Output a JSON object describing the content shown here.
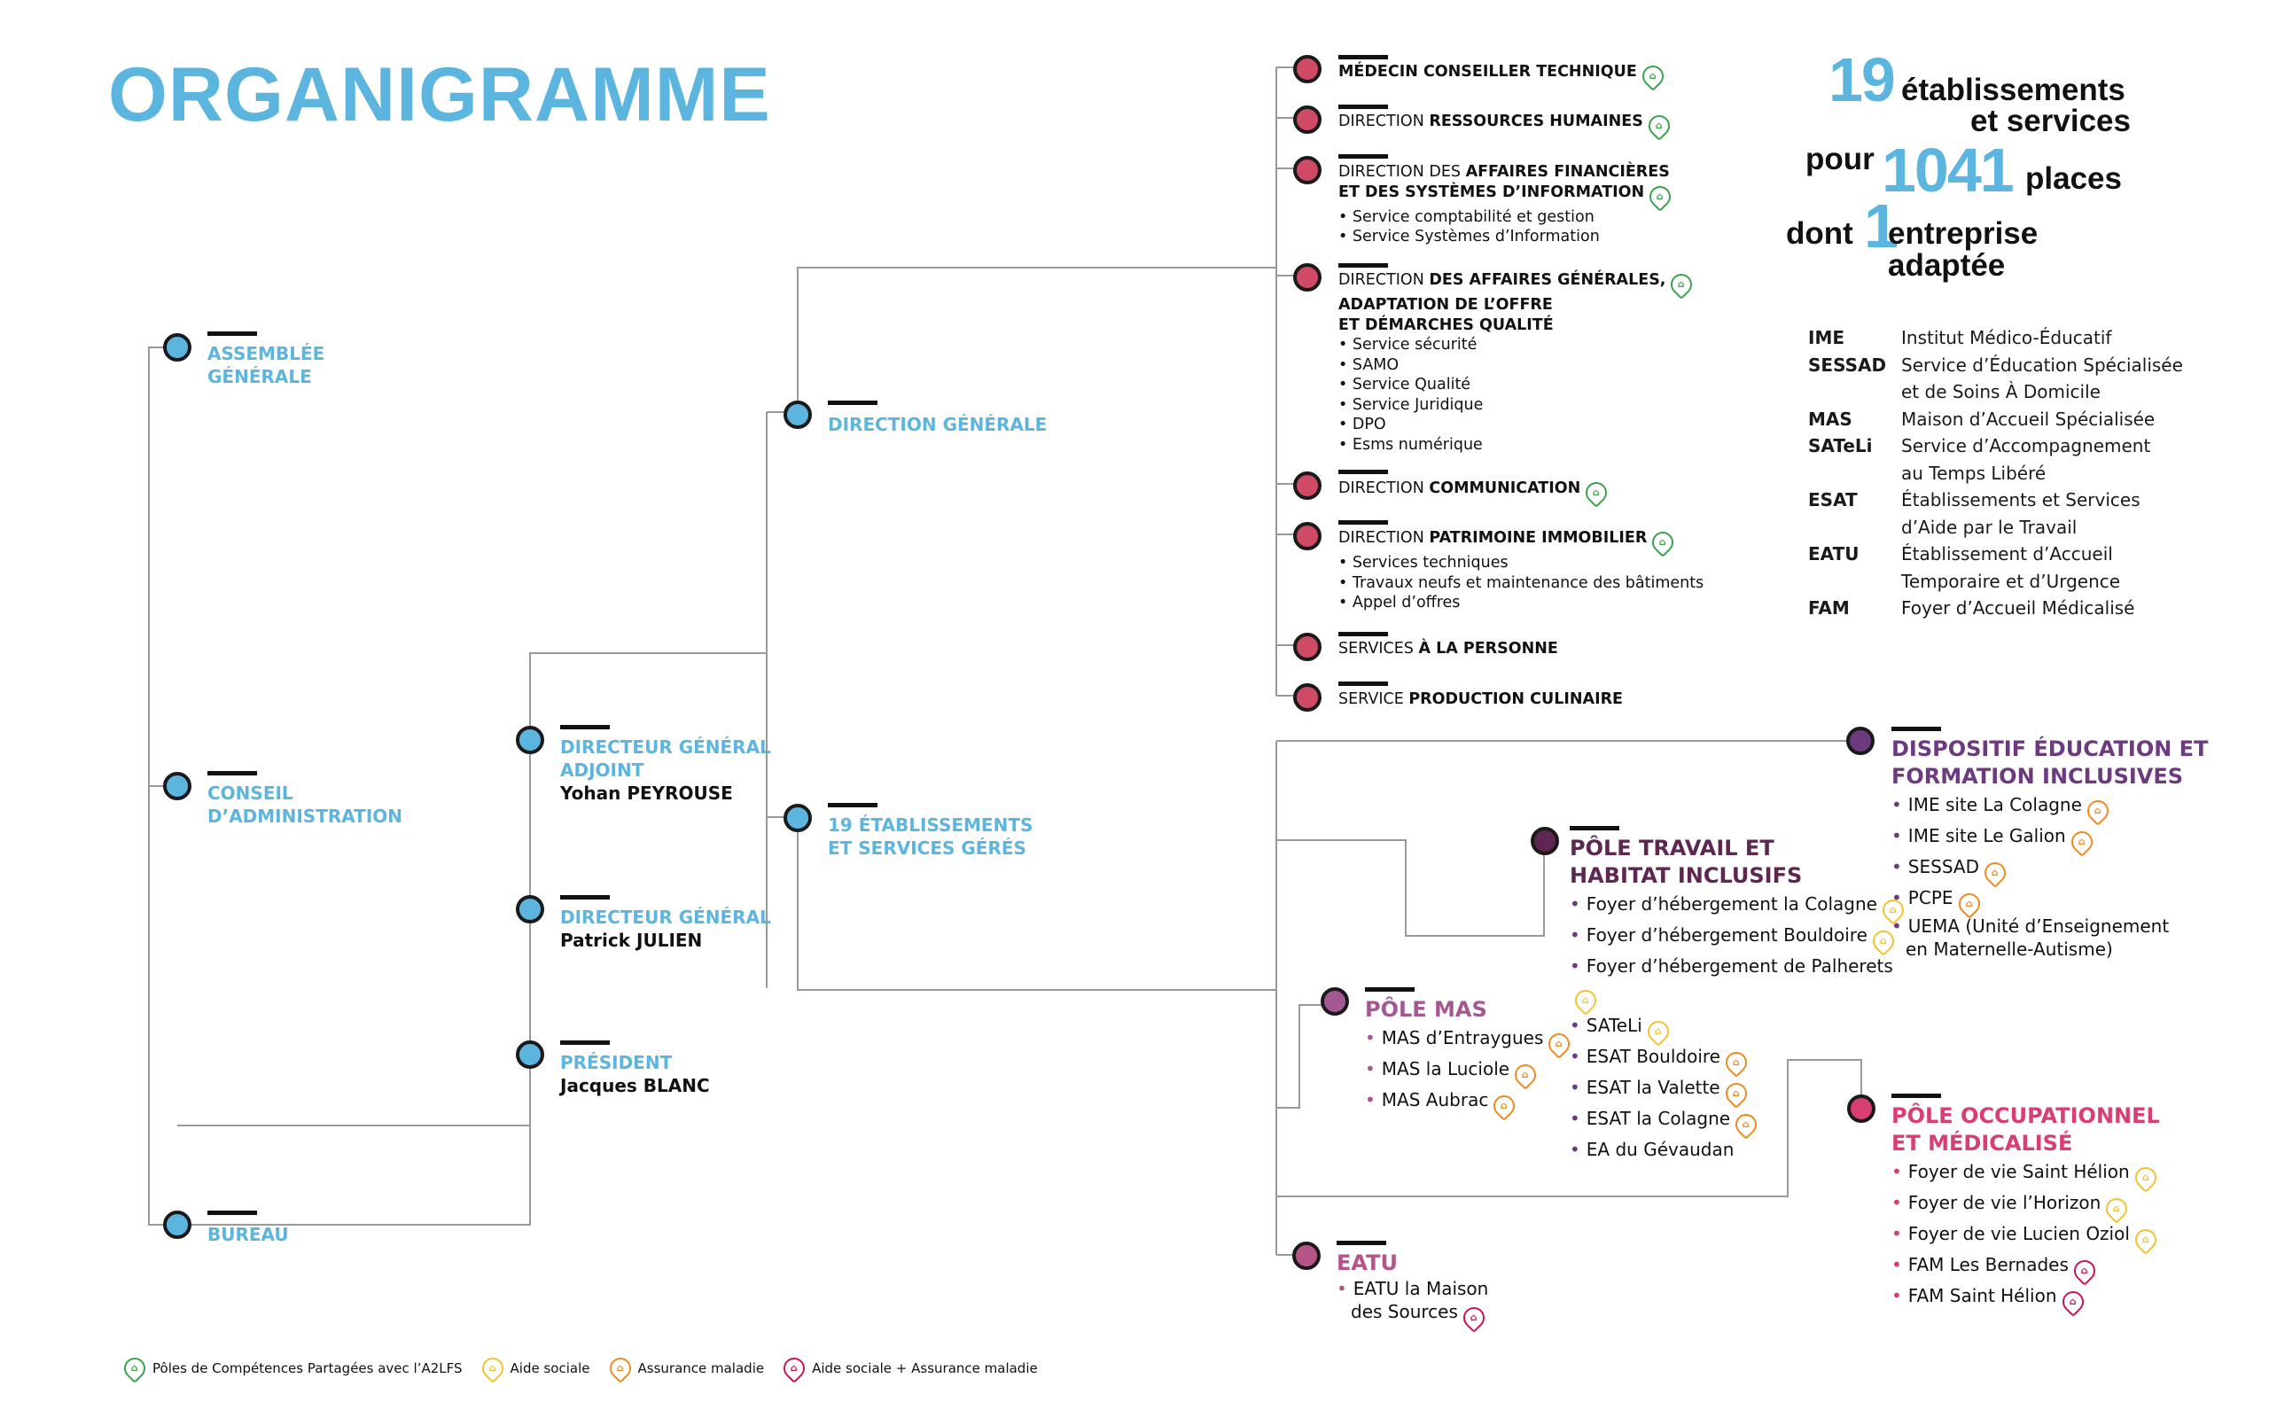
{
  "title": "ORGANIGRAMME",
  "stats": {
    "n1": "19",
    "t1a": "établissements",
    "t1b": "et services",
    "pre2": "pour",
    "n2": "1041",
    "t2": "places",
    "pre3": "dont",
    "n3": "1",
    "t3a": "entreprise",
    "t3b": "adaptée"
  },
  "left_nodes": {
    "assemblee": {
      "l1": "ASSEMBLÉE",
      "l2": "GÉNÉRALE"
    },
    "conseil": {
      "l1": "CONSEIL",
      "l2": "D’ADMINISTRATION"
    },
    "bureau": {
      "l1": "BUREAU"
    },
    "dga": {
      "l1": "DIRECTEUR GÉNÉRAL",
      "l2": "ADJOINT",
      "name": "Yohan PEYROUSE"
    },
    "dg": {
      "l1": "DIRECTEUR GÉNÉRAL",
      "name": "Patrick JULIEN"
    },
    "president": {
      "l1": "PRÉSIDENT",
      "name": "Jacques BLANC"
    },
    "direction_generale": {
      "l1": "DIRECTION GÉNÉRALE"
    },
    "etablissements": {
      "l1": "19 ÉTABLISSEMENTS",
      "l2": "ET SERVICES GÉRÉS"
    }
  },
  "departments": [
    {
      "pre": "",
      "bold": "MÉDECIN CONSEILLER TECHNIQUE",
      "items": []
    },
    {
      "pre": "DIRECTION ",
      "bold": "RESSOURCES HUMAINES",
      "items": []
    },
    {
      "pre": "DIRECTION DES ",
      "bold": "AFFAIRES FINANCIÈRES",
      "bold2": "ET DES SYSTÈMES D’INFORMATION",
      "items": [
        "Service comptabilité et gestion",
        "Service Systèmes d’Information"
      ]
    },
    {
      "pre": "DIRECTION ",
      "bold": "DES AFFAIRES GÉNÉRALES,",
      "bold2": "ADAPTATION DE L’OFFRE",
      "bold3": "ET DÉMARCHES QUALITÉ",
      "items": [
        "Service sécurité",
        "SAMO",
        "Service Qualité",
        "Service Juridique",
        "DPO",
        "Esms numérique"
      ]
    },
    {
      "pre": "DIRECTION ",
      "bold": "COMMUNICATION",
      "items": []
    },
    {
      "pre": "DIRECTION ",
      "bold": "PATRIMOINE IMMOBILIER",
      "items": [
        "Services techniques",
        "Travaux neufs et maintenance des bâtiments",
        "Appel d’offres"
      ]
    },
    {
      "pre": "SERVICES ",
      "bold": "À LA PERSONNE",
      "items": []
    },
    {
      "pre": "SERVICE ",
      "bold": "PRODUCTION CULINAIRE",
      "items": []
    }
  ],
  "poles": {
    "education": {
      "h1": "DISPOSITIF ÉDUCATION ET",
      "h2": "FORMATION INCLUSIVES",
      "items": [
        "IME site La Colagne",
        "IME site Le Galion",
        "SESSAD",
        "PCPE",
        "UEMA (Unité d’Enseignement",
        "en Maternelle-Autisme)"
      ]
    },
    "travail": {
      "h1": "PÔLE TRAVAIL ET",
      "h2": "HABITAT INCLUSIFS",
      "items": [
        "Foyer d’hébergement la Colagne",
        "Foyer d’hébergement Bouldoire",
        "Foyer d’hébergement de Palherets",
        "SATeLi",
        "ESAT Bouldoire",
        "ESAT la Valette",
        "ESAT la Colagne",
        "EA du Gévaudan"
      ]
    },
    "mas": {
      "h1": "PÔLE MAS",
      "items": [
        "MAS d’Entraygues",
        "MAS la Luciole",
        "MAS Aubrac"
      ]
    },
    "occupationnel": {
      "h1": "PÔLE OCCUPATIONNEL",
      "h2": "ET MÉDICALISÉ",
      "items": [
        "Foyer de vie Saint Hélion",
        "Foyer de vie l’Horizon",
        "Foyer de vie Lucien Oziol",
        "FAM Les Bernades",
        "FAM Saint Hélion"
      ]
    },
    "eatu": {
      "h1": "EATU",
      "items": [
        "EATU la Maison",
        "des Sources"
      ]
    }
  },
  "abbreviations": [
    {
      "k": "IME",
      "v": "Institut Médico-Éducatif"
    },
    {
      "k": "SESSAD",
      "v": "Service d’Éducation Spécialisée"
    },
    {
      "k": "",
      "v": "et de Soins À Domicile"
    },
    {
      "k": "MAS",
      "v": "Maison d’Accueil Spécialisée"
    },
    {
      "k": "SATeLi",
      "v": "Service d’Accompagnement"
    },
    {
      "k": "",
      "v": "au Temps Libéré"
    },
    {
      "k": "ESAT",
      "v": "Établissements et Services"
    },
    {
      "k": "",
      "v": "d’Aide par le Travail"
    },
    {
      "k": "EATU",
      "v": "Établissement d’Accueil"
    },
    {
      "k": "",
      "v": "Temporaire et d’Urgence"
    },
    {
      "k": "FAM",
      "v": "Foyer d’Accueil Médicalisé"
    }
  ],
  "legend": {
    "green": "Pôles de Compétences Partagées avec l’A2LFS",
    "yellow": "Aide sociale",
    "orange": "Assurance maladie",
    "magenta": "Aide sociale + Assurance maladie"
  },
  "colors": {
    "title": "#5bb5de",
    "department_dot": "#cf4a64",
    "education": "#6d3a80",
    "travail": "#5e2752",
    "mas": "#a45892",
    "occupationnel": "#d83d74",
    "eatu": "#b65488"
  }
}
